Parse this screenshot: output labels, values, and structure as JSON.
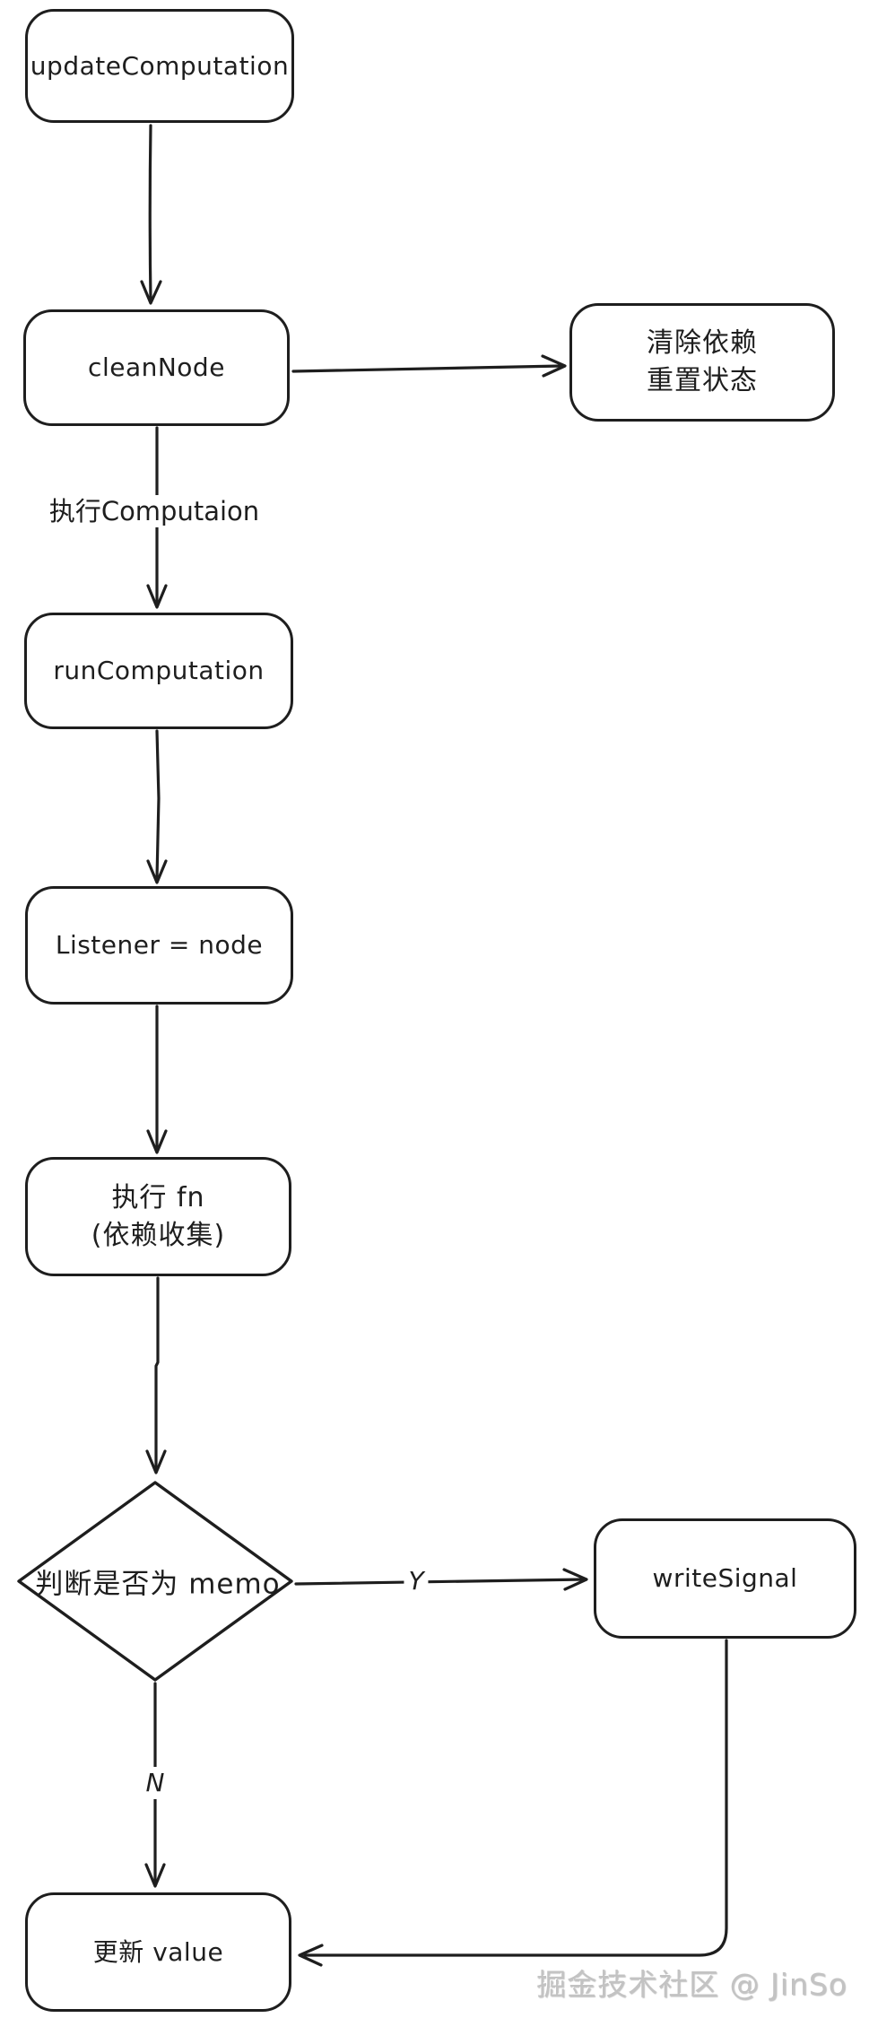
{
  "nodes": {
    "update_computation": {
      "label": "updateComputation"
    },
    "clean_node": {
      "label": "cleanNode"
    },
    "clear_deps": {
      "line1": "清除依赖",
      "line2": "重置状态"
    },
    "run_computation": {
      "label": "runComputation"
    },
    "listener_node": {
      "label": "Listener = node"
    },
    "exec_fn": {
      "line1": "执行 fn",
      "line2": "(依赖收集)"
    },
    "is_memo": {
      "label": "判断是否为 memo"
    },
    "write_signal": {
      "label": "writeSignal"
    },
    "update_value": {
      "label": "更新 value"
    }
  },
  "edge_labels": {
    "exec_computation": "执行Computaion",
    "yes": "Y",
    "no": "N"
  },
  "watermark": "掘金技术社区 @ JinSo",
  "colors": {
    "stroke": "#1e1e1e",
    "background": "#ffffff",
    "watermark": "#c3c3c3"
  }
}
